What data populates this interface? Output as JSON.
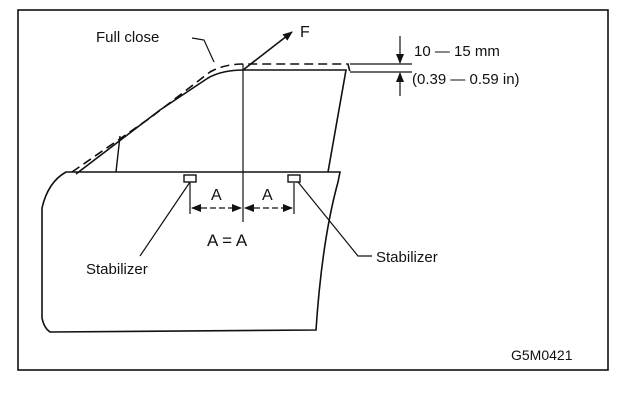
{
  "labels": {
    "full_close": "Full close",
    "force": "F",
    "gap_mm": "10 — 15 mm",
    "gap_in": "(0.39 — 0.59 in)",
    "dim_a_left": "A",
    "dim_a_right": "A",
    "equation": "A = A",
    "stabilizer_left": "Stabilizer",
    "stabilizer_right": "Stabilizer",
    "figure_code": "G5M0421"
  }
}
